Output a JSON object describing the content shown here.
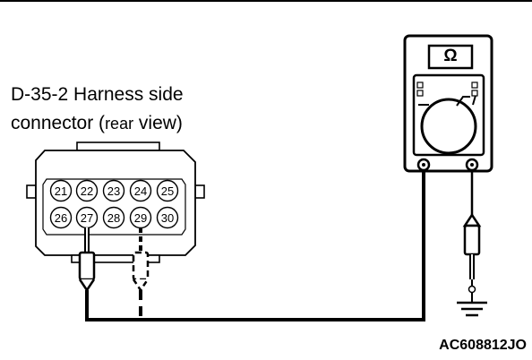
{
  "title": {
    "line1": "D-35-2 Harness side",
    "line2_prefix": "connector (",
    "line2_rear": "rear",
    "line2_suffix": " view)"
  },
  "connector": {
    "pins_top": [
      "21",
      "22",
      "23",
      "24",
      "25"
    ],
    "pins_bottom": [
      "26",
      "27",
      "28",
      "29",
      "30"
    ]
  },
  "meter": {
    "unit_symbol": "Ω"
  },
  "diagram_id": "AC608812JO"
}
